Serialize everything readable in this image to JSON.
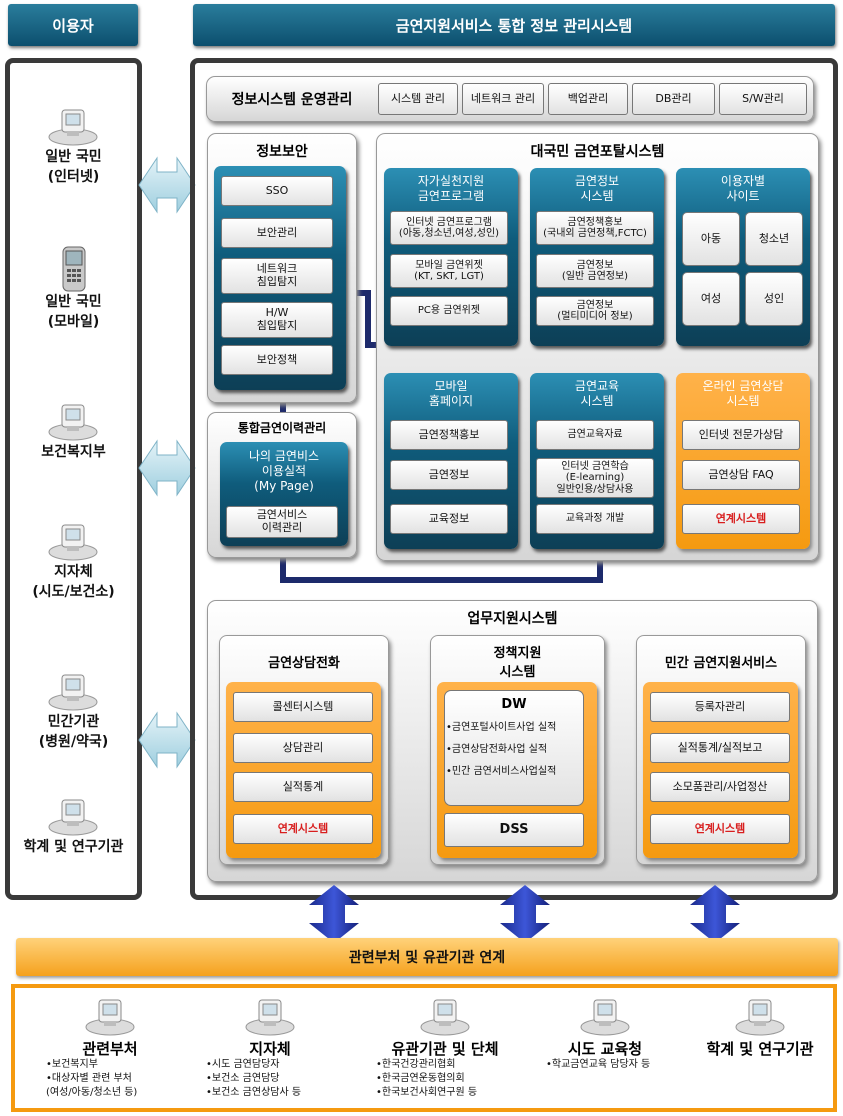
{
  "header": {
    "users": "이용자",
    "system": "금연지원서비스 통합 정보 관리시스템"
  },
  "users": [
    {
      "line1": "일반 국민",
      "line2": "(인터넷)",
      "icon": "computer-icon"
    },
    {
      "line1": "일반 국민",
      "line2": "(모바일)",
      "icon": "mobile-phone-icon"
    },
    {
      "line1": "보건복지부",
      "line2": "",
      "icon": "computer-icon"
    },
    {
      "line1": "지자체",
      "line2": "(시도/보건소)",
      "icon": "computer-icon"
    },
    {
      "line1": "민간기관",
      "line2": "(병원/약국)",
      "icon": "computer-icon"
    },
    {
      "line1": "학계 및 연구기관",
      "line2": "",
      "icon": "computer-icon"
    }
  ],
  "ops": {
    "title": "정보시스템 운영관리",
    "items": [
      "시스템 관리",
      "네트워크 관리",
      "백업관리",
      "DB관리",
      "S/W관리"
    ]
  },
  "security": {
    "title": "정보보안",
    "items": [
      "SSO",
      "보안관리",
      "네트워크\n침입탐지",
      "H/W\n침입탐지",
      "보안정책"
    ]
  },
  "history": {
    "title": "통합금연이력관리",
    "subtitle": "나의 금연비스\n이용실적\n(My Page)",
    "item": "금연서비스\n이력관리"
  },
  "portal": {
    "title": "대국민 금연포탈시스템",
    "self": {
      "title": "자가실천지원\n금연프로그램",
      "items": [
        "인터넷 금연프로그램\n(아동,청소년,여성,성인)",
        "모바일 금연위젯\n(KT, SKT, LGT)",
        "PC용 금연위젯"
      ]
    },
    "info": {
      "title": "금연정보\n시스템",
      "items": [
        "금연정책홍보\n(국내외 금연정책,FCTC)",
        "금연정보\n(일반 금연정보)",
        "금연정보\n(멀티미디어 정보)"
      ]
    },
    "usersite": {
      "title": "이용자별\n사이트",
      "items": [
        "아동",
        "청소년",
        "여성",
        "성인"
      ]
    },
    "mobile": {
      "title": "모바일\n홈페이지",
      "items": [
        "금연정책홍보",
        "금연정보",
        "교육정보"
      ]
    },
    "edu": {
      "title": "금연교육\n시스템",
      "items": [
        "금연교육자료",
        "인터넷 금연학습\n(E-learning)\n일반인용/상담사용",
        "교육과정 개발"
      ]
    },
    "online": {
      "title": "온라인 금연상담\n시스템",
      "items": [
        "인터넷 전문가상담",
        "금연상담 FAQ"
      ],
      "link": "연계시스템"
    }
  },
  "business": {
    "title": "업무지원시스템",
    "call": {
      "title": "금연상담전화",
      "items": [
        "콜센터시스템",
        "상담관리",
        "실적통계"
      ],
      "link": "연계시스템"
    },
    "policy": {
      "title": "정책지원\n시스템",
      "dw": "DW",
      "dw_items": [
        "•금연포털사이트사업 실적",
        "•금연상담전화사업 실적",
        "•민간 금연서비스사업실적"
      ],
      "dss": "DSS"
    },
    "private": {
      "title": "민간 금연지원서비스",
      "items": [
        "등록자관리",
        "실적통계/실적보고",
        "소모품관리/사업정산"
      ],
      "link": "연계시스템"
    }
  },
  "link_bar": "관련부처 및 유관기관 연계",
  "orgs": [
    {
      "title": "관련부처",
      "items": [
        "•보건복지부",
        "•대상자별 관련 부처",
        " (여성/아동/청소년 등)"
      ]
    },
    {
      "title": "지자체",
      "items": [
        "•시도 금연담당자",
        "•보건소 금연담당",
        "•보건소 금연상담사 등"
      ]
    },
    {
      "title": "유관기관 및 단체",
      "items": [
        "•한국건강관리협회",
        "•한국금연운동협의회",
        "•한국보건사회연구원 등"
      ]
    },
    {
      "title": "시도 교육청",
      "items": [
        "•학교금연교육 담당자 등"
      ]
    },
    {
      "title": "학계 및 연구기관",
      "items": []
    }
  ],
  "colors": {
    "teal": "#0f5c7c",
    "orange": "#f59a10",
    "connector_navy": "#1d2a6b",
    "connector_red": "#8b2a2a",
    "link_red": "#d81e1e"
  }
}
